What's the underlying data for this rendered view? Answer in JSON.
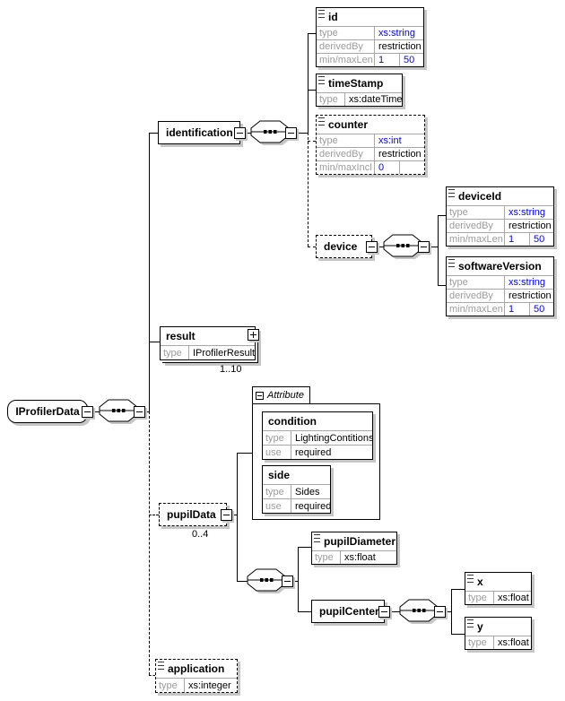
{
  "colors": {
    "type_link_blue": "#0000ff",
    "property_label_gray": "#9c9c9c",
    "grid_line_gray": "#a8a8a8",
    "box_border": "#000000",
    "shadow_gray": "#c6c6c6",
    "background": "#ffffff"
  },
  "root": {
    "name": "IProfilerData"
  },
  "attribute_group": {
    "label": "Attribute"
  },
  "elements": {
    "identification": {
      "name": "identification"
    },
    "id": {
      "name": "id",
      "type_label": "type",
      "type": "xs:string",
      "derivedBy_label": "derivedBy",
      "derivedBy": "restriction",
      "facet_label": "min/maxLen",
      "facet_min": "1",
      "facet_max": "50"
    },
    "timeStamp": {
      "name": "timeStamp",
      "type_label": "type",
      "type": "xs:dateTime"
    },
    "counter": {
      "name": "counter",
      "occurrence": "optional",
      "type_label": "type",
      "type": "xs:int",
      "derivedBy_label": "derivedBy",
      "derivedBy": "restriction",
      "facet_label": "min/maxIncl",
      "facet_min": "0",
      "facet_max": ""
    },
    "device": {
      "name": "device",
      "occurrence": "optional"
    },
    "deviceId": {
      "name": "deviceId",
      "type_label": "type",
      "type": "xs:string",
      "derivedBy_label": "derivedBy",
      "derivedBy": "restriction",
      "facet_label": "min/maxLen",
      "facet_min": "1",
      "facet_max": "50"
    },
    "softwareVersion": {
      "name": "softwareVersion",
      "type_label": "type",
      "type": "xs:string",
      "derivedBy_label": "derivedBy",
      "derivedBy": "restriction",
      "facet_label": "min/maxLen",
      "facet_min": "1",
      "facet_max": "50"
    },
    "result": {
      "name": "result",
      "type_label": "type",
      "type": "IProfilerResult",
      "multiplicity": "1..10"
    },
    "pupilData": {
      "name": "pupilData",
      "occurrence": "optional",
      "multiplicity": "0..4"
    },
    "condition": {
      "name": "condition",
      "type_label": "type",
      "type": "LightingContitions",
      "use_label": "use",
      "use": "required"
    },
    "side": {
      "name": "side",
      "type_label": "type",
      "type": "Sides",
      "use_label": "use",
      "use": "required"
    },
    "pupilDiameter": {
      "name": "pupilDiameter",
      "type_label": "type",
      "type": "xs:float"
    },
    "pupilCenter": {
      "name": "pupilCenter"
    },
    "x": {
      "name": "x",
      "type_label": "type",
      "type": "xs:float"
    },
    "y": {
      "name": "y",
      "type_label": "type",
      "type": "xs:float"
    },
    "application": {
      "name": "application",
      "occurrence": "optional",
      "type_label": "type",
      "type": "xs:integer"
    }
  }
}
